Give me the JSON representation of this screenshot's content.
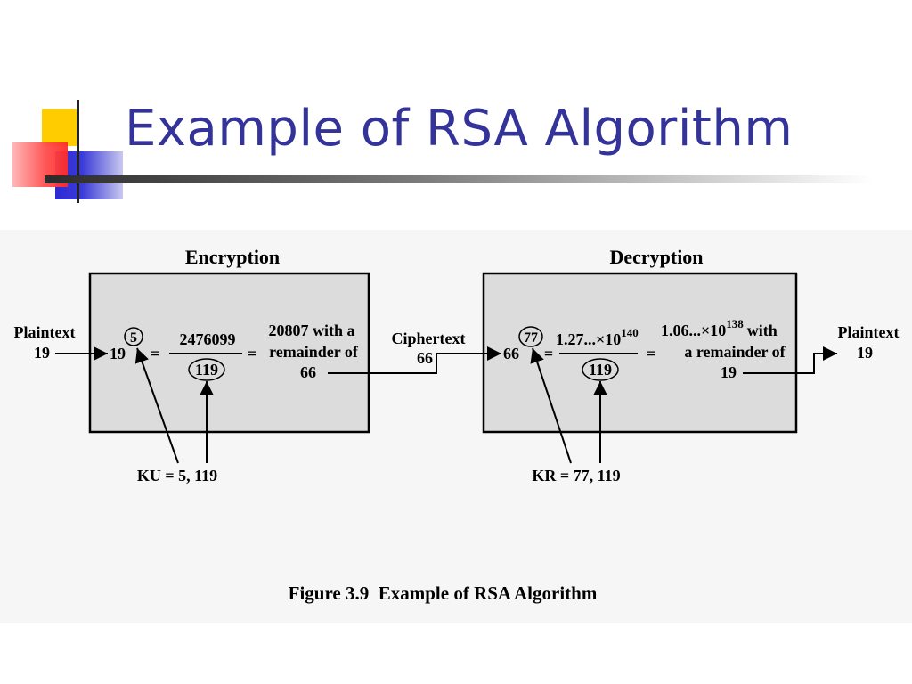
{
  "slide": {
    "title": "Example of RSA Algorithm"
  },
  "diagram": {
    "encryption": {
      "heading": "Encryption",
      "base": "5",
      "input": "19",
      "equals_1": "=",
      "equals_2": "=",
      "numerator": "2476099",
      "denominator": "119",
      "result_line1": "20807 with a",
      "result_line2": "remainder of",
      "result_line3": "66",
      "key": "KU = 5, 119"
    },
    "decryption": {
      "heading": "Decryption",
      "base": "77",
      "input": "66",
      "equals_1": "=",
      "equals_2": "=",
      "numerator_mantissa": "1.27...×10",
      "numerator_exponent": "140",
      "denominator": "119",
      "result_mantissa": "1.06...×10",
      "result_exponent": "138",
      "result_with": "with",
      "result_line2": "a remainder of",
      "result_line3": "19",
      "key": "KR = 77, 119"
    },
    "plaintext_in": {
      "label": "Plaintext",
      "value": "19"
    },
    "ciphertext": {
      "label": "Ciphertext",
      "value": "66"
    },
    "plaintext_out": {
      "label": "Plaintext",
      "value": "19"
    },
    "caption": "Figure 3.9  Example of RSA Algorithm"
  },
  "colors": {
    "title": "#333399",
    "box_fill": "#dcdcdc",
    "panel": "#f6f6f6",
    "deco_yellow": "#ffcc00",
    "deco_blue": "#3333cc",
    "deco_red": "#ff3333"
  }
}
